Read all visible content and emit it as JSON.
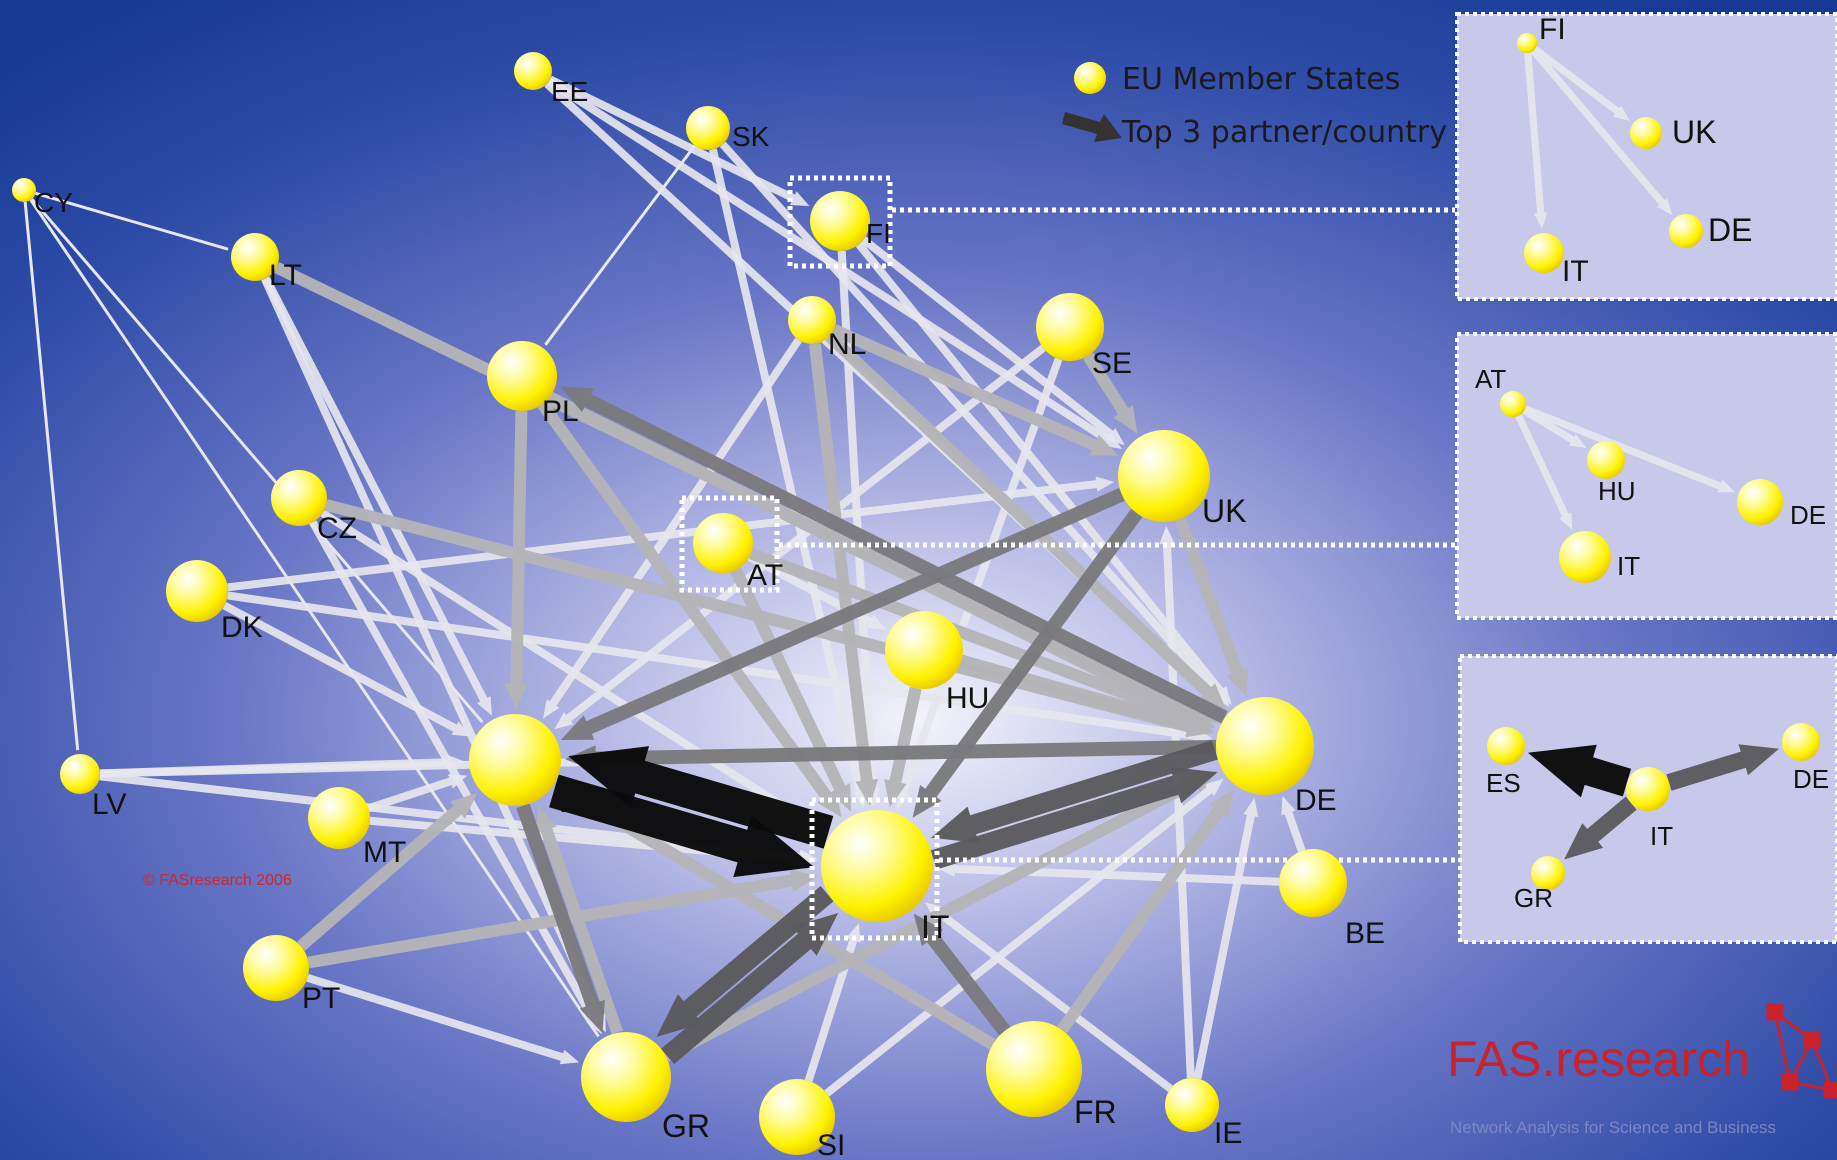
{
  "legend": {
    "nodes_label": "EU Member States",
    "arrow_label": "Top 3 partner/country"
  },
  "copyright": "© FASresearch 2006",
  "brand": {
    "name": "FAS.research",
    "tagline": "Network Analysis for Science and Business"
  },
  "colors": {
    "background": "#1a3d96",
    "node_fill": "#fff200",
    "edge_light": "#e6e6ee",
    "edge_gray": "#b4b4b8",
    "edge_dark": "#7a7a7e",
    "edge_darker": "#5a5a5e",
    "edge_black": "#0a0a0a",
    "panel_bg": "#c9c9ea",
    "brand_red": "#c8232c"
  },
  "nodes": [
    {
      "id": "CY",
      "label": "CY"
    },
    {
      "id": "EE",
      "label": "EE"
    },
    {
      "id": "SK",
      "label": "SK"
    },
    {
      "id": "FI",
      "label": "FI"
    },
    {
      "id": "LT",
      "label": "LT"
    },
    {
      "id": "NL",
      "label": "NL"
    },
    {
      "id": "SE",
      "label": "SE"
    },
    {
      "id": "PL",
      "label": "PL"
    },
    {
      "id": "UK",
      "label": "UK"
    },
    {
      "id": "CZ",
      "label": "CZ"
    },
    {
      "id": "AT",
      "label": "AT"
    },
    {
      "id": "DK",
      "label": "DK"
    },
    {
      "id": "HU",
      "label": "HU"
    },
    {
      "id": "ES",
      "label": "ES"
    },
    {
      "id": "DE",
      "label": "DE"
    },
    {
      "id": "LV",
      "label": "LV"
    },
    {
      "id": "MT",
      "label": "MT"
    },
    {
      "id": "IT",
      "label": "IT"
    },
    {
      "id": "BE",
      "label": "BE"
    },
    {
      "id": "PT",
      "label": "PT"
    },
    {
      "id": "GR",
      "label": "GR"
    },
    {
      "id": "SI",
      "label": "SI"
    },
    {
      "id": "FR",
      "label": "FR"
    },
    {
      "id": "IE",
      "label": "IE"
    }
  ],
  "links": [
    {
      "from": "CY",
      "to": "LT",
      "style": "thin"
    },
    {
      "from": "CY",
      "to": "LV",
      "style": "thin"
    },
    {
      "from": "CY",
      "to": "GR",
      "style": "thin"
    },
    {
      "from": "CY",
      "to": "ES",
      "style": "thin"
    },
    {
      "from": "EE",
      "to": "DE",
      "style": "light"
    },
    {
      "from": "EE",
      "to": "UK",
      "style": "light"
    },
    {
      "from": "EE",
      "to": "FI",
      "style": "light"
    },
    {
      "from": "SK",
      "to": "PL",
      "style": "thin"
    },
    {
      "from": "SK",
      "to": "DE",
      "style": "light"
    },
    {
      "from": "SK",
      "to": "IT",
      "style": "light"
    },
    {
      "from": "FI",
      "to": "UK",
      "style": "light"
    },
    {
      "from": "FI",
      "to": "DE",
      "style": "light"
    },
    {
      "from": "FI",
      "to": "IT",
      "style": "light"
    },
    {
      "from": "LT",
      "to": "DE",
      "style": "gray"
    },
    {
      "from": "LT",
      "to": "ES",
      "style": "light"
    },
    {
      "from": "LT",
      "to": "GR",
      "style": "light"
    },
    {
      "from": "NL",
      "to": "UK",
      "style": "gray"
    },
    {
      "from": "NL",
      "to": "DE",
      "style": "gray"
    },
    {
      "from": "NL",
      "to": "ES",
      "style": "light"
    },
    {
      "from": "NL",
      "to": "IT",
      "style": "gray"
    },
    {
      "from": "SE",
      "to": "UK",
      "style": "gray"
    },
    {
      "from": "SE",
      "to": "IT",
      "style": "light"
    },
    {
      "from": "SE",
      "to": "ES",
      "style": "light"
    },
    {
      "from": "PL",
      "to": "ES",
      "style": "gray"
    },
    {
      "from": "PL",
      "to": "DE",
      "style": "gray"
    },
    {
      "from": "PL",
      "to": "IT",
      "style": "gray"
    },
    {
      "from": "DE",
      "to": "PL",
      "style": "dark"
    },
    {
      "from": "UK",
      "to": "ES",
      "style": "dark"
    },
    {
      "from": "UK",
      "to": "IT",
      "style": "dark"
    },
    {
      "from": "UK",
      "to": "DE",
      "style": "gray"
    },
    {
      "from": "CZ",
      "to": "DE",
      "style": "gray"
    },
    {
      "from": "CZ",
      "to": "IT",
      "style": "light"
    },
    {
      "from": "CZ",
      "to": "GR",
      "style": "light"
    },
    {
      "from": "AT",
      "to": "DE",
      "style": "gray"
    },
    {
      "from": "AT",
      "to": "HU",
      "style": "light"
    },
    {
      "from": "AT",
      "to": "IT",
      "style": "gray"
    },
    {
      "from": "DK",
      "to": "DE",
      "style": "light"
    },
    {
      "from": "DK",
      "to": "UK",
      "style": "light"
    },
    {
      "from": "DK",
      "to": "ES",
      "style": "light"
    },
    {
      "from": "HU",
      "to": "IT",
      "style": "gray"
    },
    {
      "from": "HU",
      "to": "DE",
      "style": "gray"
    },
    {
      "from": "DE",
      "to": "ES",
      "style": "dark"
    },
    {
      "from": "DE",
      "to": "IT",
      "style": "darker"
    },
    {
      "from": "IT",
      "to": "DE",
      "style": "darker"
    },
    {
      "from": "IT",
      "to": "ES",
      "style": "black"
    },
    {
      "from": "ES",
      "to": "IT",
      "style": "black"
    },
    {
      "from": "ES",
      "to": "GR",
      "style": "dark"
    },
    {
      "from": "GR",
      "to": "ES",
      "style": "gray"
    },
    {
      "from": "IT",
      "to": "GR",
      "style": "darker"
    },
    {
      "from": "GR",
      "to": "IT",
      "style": "darker"
    },
    {
      "from": "LV",
      "to": "ES",
      "style": "light"
    },
    {
      "from": "LV",
      "to": "DE",
      "style": "light"
    },
    {
      "from": "LV",
      "to": "IT",
      "style": "light"
    },
    {
      "from": "MT",
      "to": "IT",
      "style": "light"
    },
    {
      "from": "MT",
      "to": "ES",
      "style": "light"
    },
    {
      "from": "PT",
      "to": "ES",
      "style": "gray"
    },
    {
      "from": "PT",
      "to": "GR",
      "style": "light"
    },
    {
      "from": "PT",
      "to": "IT",
      "style": "gray"
    },
    {
      "from": "FR",
      "to": "IT",
      "style": "dark"
    },
    {
      "from": "FR",
      "to": "ES",
      "style": "gray"
    },
    {
      "from": "FR",
      "to": "DE",
      "style": "gray"
    },
    {
      "from": "IE",
      "to": "UK",
      "style": "light"
    },
    {
      "from": "IE",
      "to": "IT",
      "style": "light"
    },
    {
      "from": "IE",
      "to": "DE",
      "style": "light"
    },
    {
      "from": "SI",
      "to": "IT",
      "style": "light"
    },
    {
      "from": "SI",
      "to": "DE",
      "style": "light"
    },
    {
      "from": "BE",
      "to": "IT",
      "style": "light"
    },
    {
      "from": "BE",
      "to": "DE",
      "style": "light"
    },
    {
      "from": "GR",
      "to": "DE",
      "style": "gray"
    }
  ],
  "insets": [
    {
      "nodes": [
        {
          "id": "FI",
          "label": "FI"
        },
        {
          "id": "UK",
          "label": "UK"
        },
        {
          "id": "DE",
          "label": "DE"
        },
        {
          "id": "IT",
          "label": "IT"
        }
      ],
      "links": [
        {
          "from": "FI",
          "to": "UK",
          "style": "light"
        },
        {
          "from": "FI",
          "to": "DE",
          "style": "light"
        },
        {
          "from": "FI",
          "to": "IT",
          "style": "light"
        }
      ]
    },
    {
      "nodes": [
        {
          "id": "AT",
          "label": "AT"
        },
        {
          "id": "HU",
          "label": "HU"
        },
        {
          "id": "DE",
          "label": "DE"
        },
        {
          "id": "IT",
          "label": "IT"
        }
      ],
      "links": [
        {
          "from": "AT",
          "to": "HU",
          "style": "light"
        },
        {
          "from": "AT",
          "to": "DE",
          "style": "light"
        },
        {
          "from": "AT",
          "to": "IT",
          "style": "light"
        }
      ]
    },
    {
      "nodes": [
        {
          "id": "ES",
          "label": "ES"
        },
        {
          "id": "IT",
          "label": "IT"
        },
        {
          "id": "DE",
          "label": "DE"
        },
        {
          "id": "GR",
          "label": "GR"
        }
      ],
      "links": [
        {
          "from": "IT",
          "to": "ES",
          "style": "black"
        },
        {
          "from": "IT",
          "to": "DE",
          "style": "darker"
        },
        {
          "from": "IT",
          "to": "GR",
          "style": "darker"
        }
      ]
    }
  ]
}
